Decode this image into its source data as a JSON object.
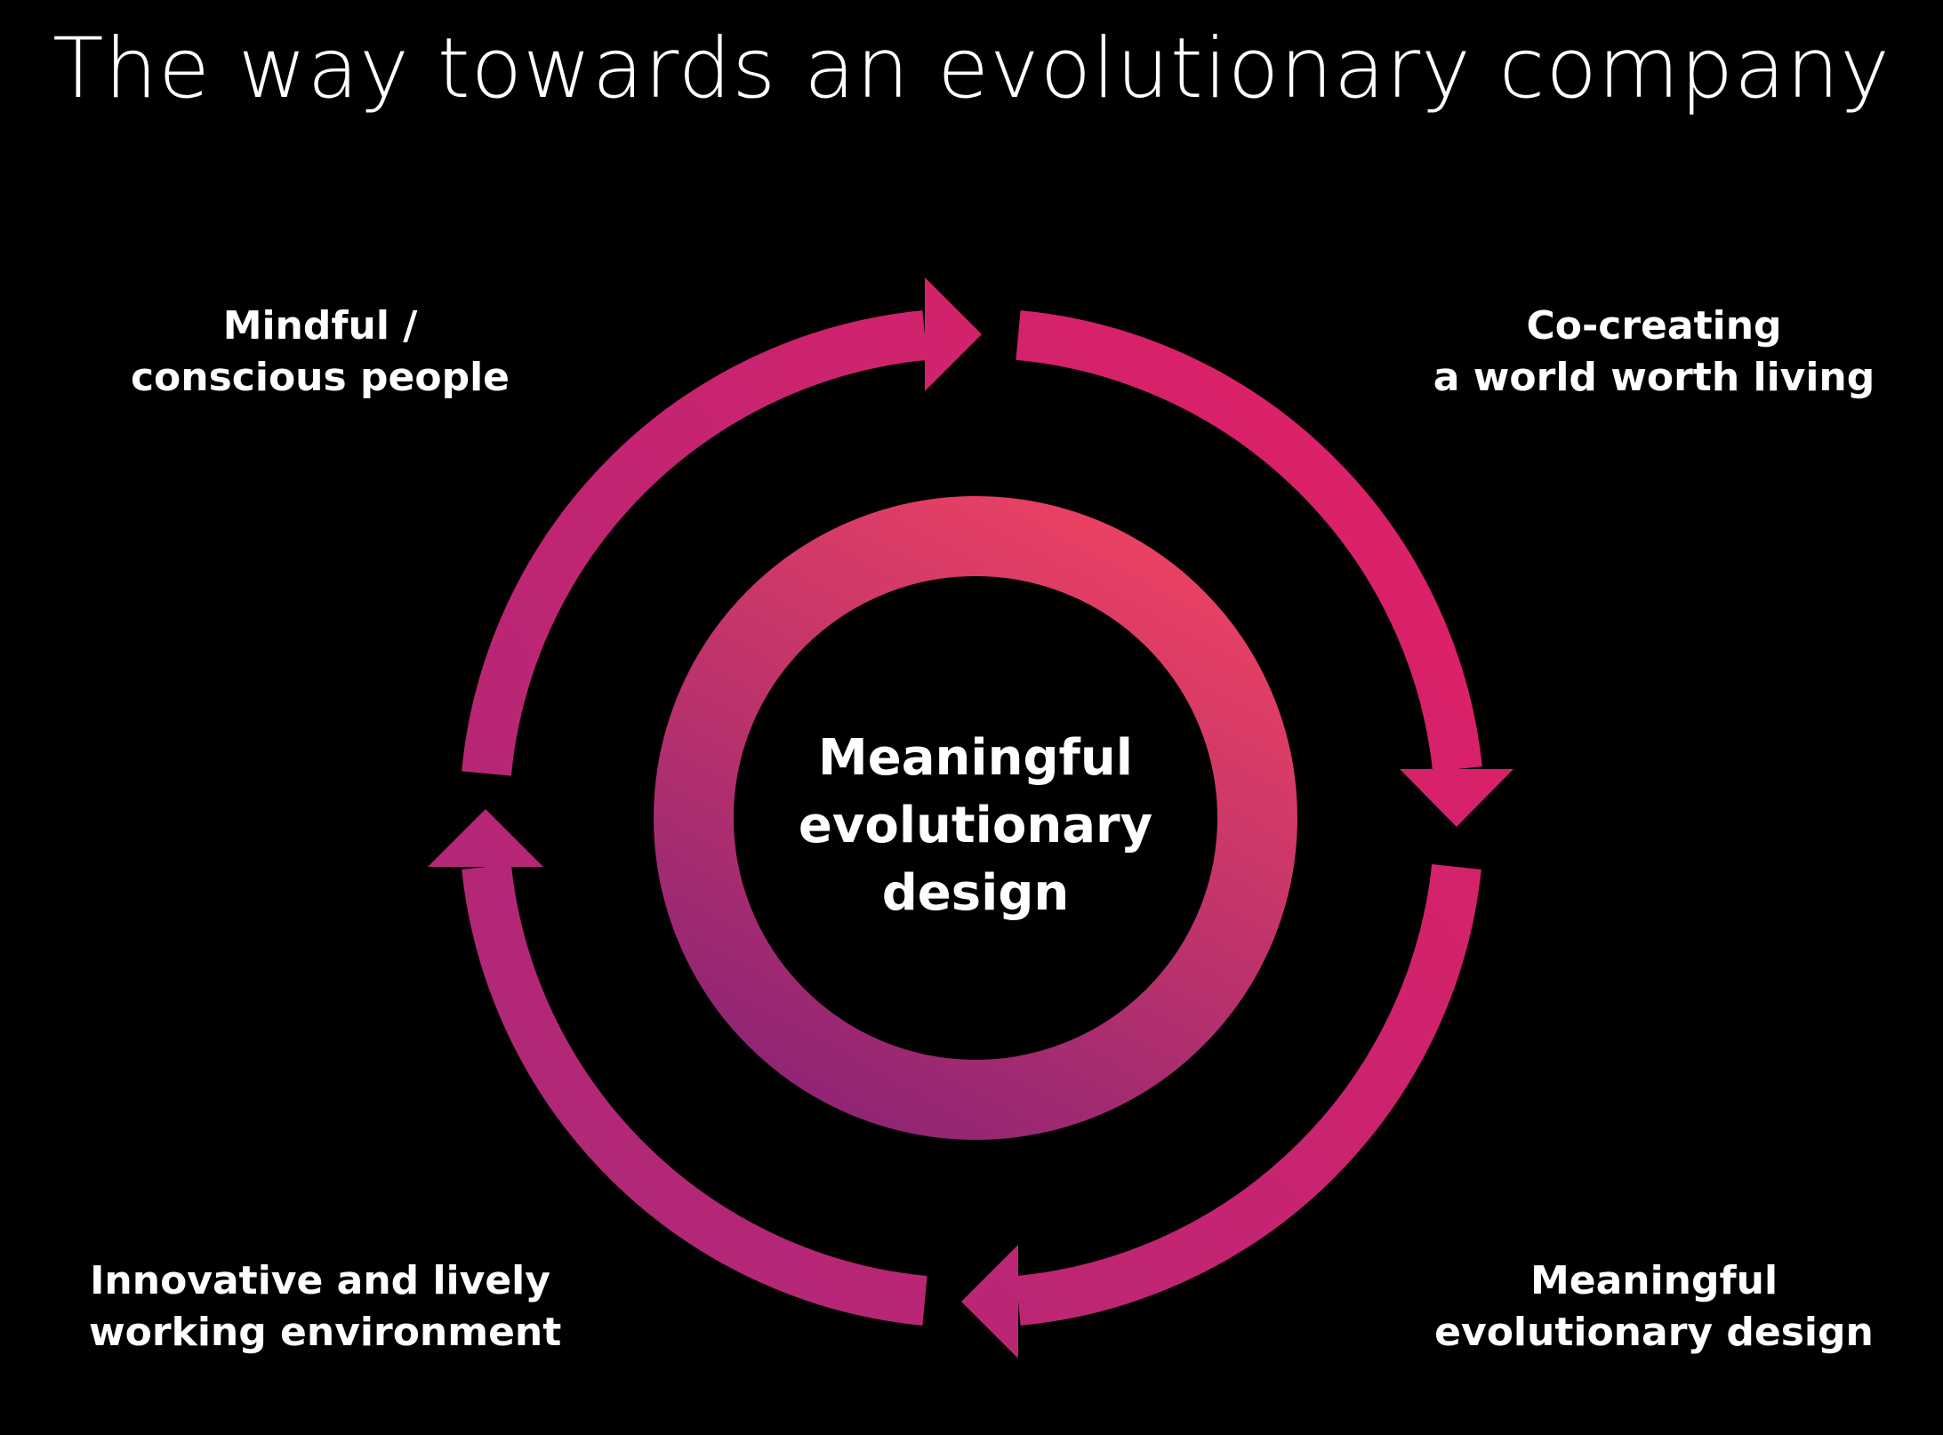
{
  "title": "The way towards an evolutionary company",
  "cycle": {
    "center_lines": [
      "Meaningful",
      "evolutionary",
      "design"
    ],
    "steps": [
      {
        "lines": [
          "Mindful /",
          "conscious people"
        ]
      },
      {
        "lines": [
          "Co-creating",
          "a world worth living"
        ]
      },
      {
        "lines": [
          "Meaningful",
          "evolutionary design"
        ]
      },
      {
        "lines": [
          "Innovative and lively",
          "working environment"
        ]
      }
    ]
  },
  "colors": {
    "background": "#000000",
    "text": "#ffffff",
    "accent_pink": "#ec1e64",
    "accent_purple": "#a12a7c",
    "inner_light": "#ed4262",
    "inner_dark": "#8e2475"
  }
}
